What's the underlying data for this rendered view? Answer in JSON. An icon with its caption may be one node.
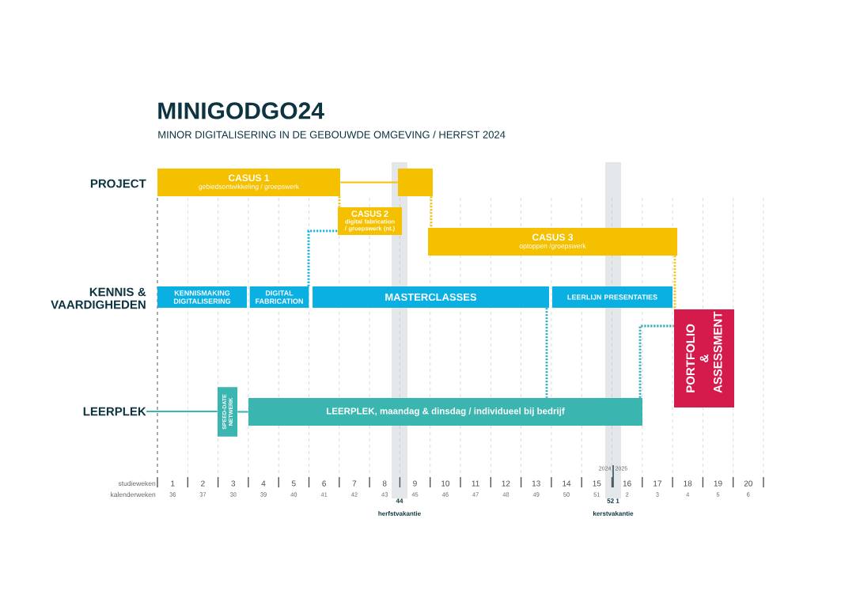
{
  "diagram": {
    "title": "MINIGODGO24",
    "nodes": [
      {
        "text": [
          "PROJECT"
        ]
      },
      {
        "text": [
          "CASUS 1",
          "gebiedsontwikkeling / groepswerk"
        ]
      },
      {
        "text": [],
        "shape": "box"
      },
      {
        "text": [
          "CASUS 2",
          "digital fabrication / groepswerk (nt.)"
        ]
      },
      {
        "text": [
          "CASUS 3",
          "optoppen /groepswerk"
        ]
      },
      {
        "text": [
          "KENNIS & VAARDIGHEDEN"
        ]
      },
      {
        "text": [
          "KENNISMAKING DIGITALISERING"
        ]
      },
      {
        "text": [
          "DIGITAL FABRICATION"
        ]
      },
      {
        "text": [
          "MASTERCLASSES"
        ]
      },
      {
        "text": [
          "LEERLIJN PRESENTATIES"
        ]
      },
      {
        "text": [
          "PORTFOLIO & ASSESSMENT"
        ]
      },
      {
        "text": [
          "LEERPLEK"
        ]
      },
      {
        "text": [
          "SPEED-DATE NETWERK"
        ]
      },
      {
        "text": [
          "**LEERPLEK,** maandag & dinsdag / individueel bij bedrijf"
        ]
      }
    ],
    "edges": [
      {
        "from": 11,
        "to": 12,
        "arrow": "none",
        "color": "#3ab5b0"
      },
      {
        "from": 12,
        "to": 13,
        "arrow": "none",
        "color": "#3ab5b0"
      },
      {
        "from": 1,
        "to": 2,
        "arrow": "none",
        "color": "#f5c000"
      },
      {
        "from": 1,
        "to": 3,
        "arrow": "none",
        "style": "dashed",
        "color": "#f5c000"
      },
      {
        "from": 2,
        "to": 4,
        "arrow": "none",
        "style": "dashed",
        "color": "#f5c000"
      },
      {
        "from": 7,
        "to": 3,
        "arrow": "none",
        "style": "dashed",
        "color": "#0bb0e3"
      },
      {
        "from": 8,
        "to": 13,
        "arrow": "none",
        "style": "dashed",
        "color": "#2fa9b8"
      },
      {
        "from": 13,
        "to": 10,
        "arrow": "none",
        "style": "dashed",
        "color": "#2fa9b8"
      },
      {
        "from": 4,
        "to": 10,
        "arrow": "none",
        "style": "dashed",
        "color": "#f5c000"
      }
    ],
    "labels": [
      "MINOR DIGITALISERING IN DE GEBOUWDE OMGEVING / HERFST 2024",
      "2024",
      "2025",
      "studieweken",
      "1",
      "2",
      "3",
      "4",
      "5",
      "6",
      "7",
      "8",
      "9",
      "10",
      "11",
      "12",
      "13",
      "14",
      "15",
      "16",
      "17",
      "18",
      "19",
      "20",
      "kalenderweken",
      "36",
      "37",
      "38",
      "39",
      "40",
      "41",
      "42",
      "43",
      "45",
      "46",
      "47",
      "48",
      "49",
      "50",
      "51",
      "2",
      "3",
      "4",
      "5",
      "6",
      "44",
      "herfstvakantie",
      "52 1",
      "kerstvakantie"
    ]
  }
}
